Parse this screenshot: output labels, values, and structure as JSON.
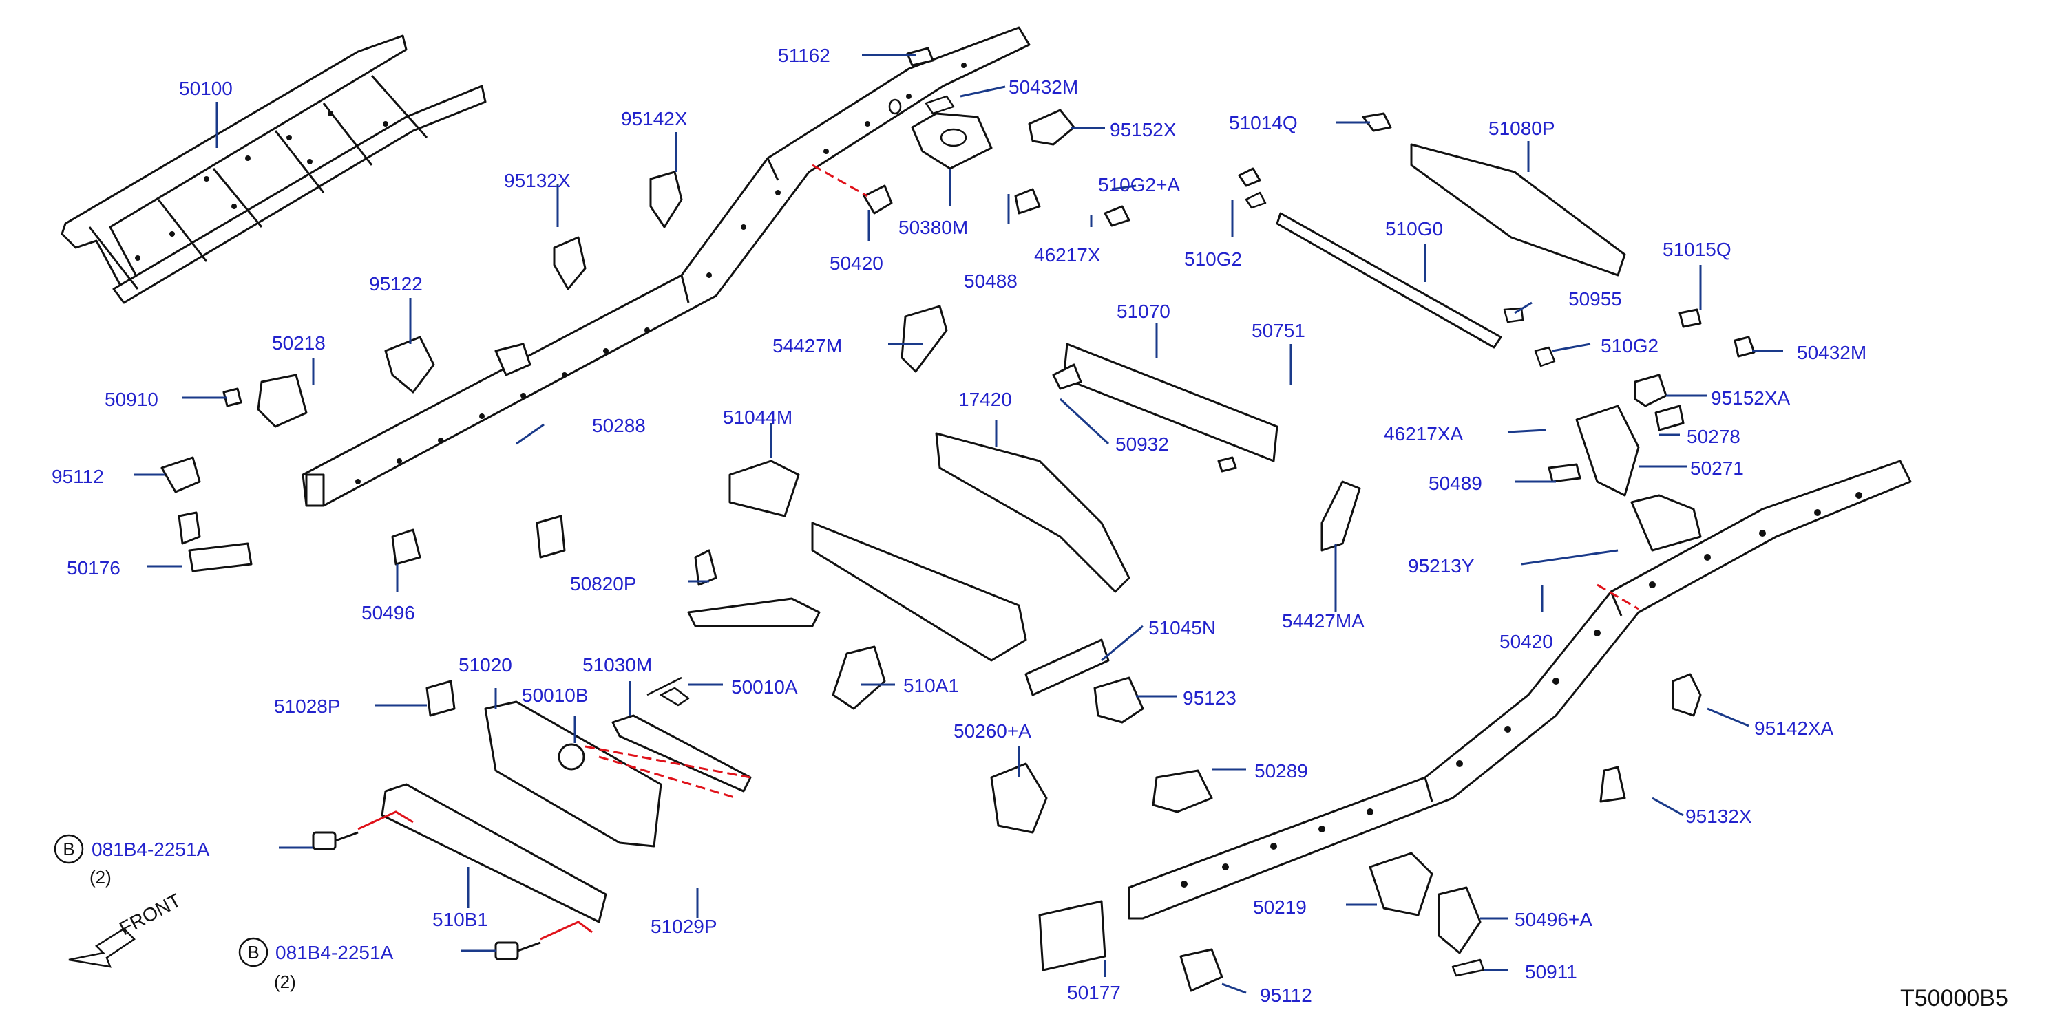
{
  "labels": {
    "p50100": "50100",
    "p51162a": "51162",
    "p50432Ma": "50432M",
    "p95152X": "95152X",
    "p95142X": "95142X",
    "p95132Xa": "95132X",
    "p50380M": "50380M",
    "p50420a": "50420",
    "p50488": "50488",
    "p510G2A": "510G2+A",
    "p46217X": "46217X",
    "p510G2a": "510G2",
    "p51014Q": "51014Q",
    "p51080P": "51080P",
    "p510G0": "510G0",
    "p51015Q": "51015Q",
    "p50955": "50955",
    "p510G2b": "510G2",
    "p50432Mb": "50432M",
    "p95152XA": "95152XA",
    "p95122": "95122",
    "p50218": "50218",
    "p50910": "50910",
    "p50288": "50288",
    "p95112a": "95112",
    "p50176": "50176",
    "p50496": "50496",
    "p54427M": "54427M",
    "p51070": "51070",
    "p50751": "50751",
    "p17420": "17420",
    "p50932": "50932",
    "p51044M": "51044M",
    "p46217XA": "46217XA",
    "p50278": "50278",
    "p50489": "50489",
    "p50271": "50271",
    "p95213Y": "95213Y",
    "p50420b": "50420",
    "p54427MA": "54427MA",
    "p50820P": "50820P",
    "p51045N": "51045N",
    "p510A1": "510A1",
    "p95123": "95123",
    "p51020": "51020",
    "p51030M": "51030M",
    "p50010B": "50010B",
    "p50010A": "50010A",
    "p51028P": "51028P",
    "p50260A": "50260+A",
    "p50289": "50289",
    "p95142XA": "95142XA",
    "p95132Xb": "95132X",
    "p081B4a": "081B4-2251A",
    "p081B4b": "081B4-2251A",
    "p510B1": "510B1",
    "p51029P": "51029P",
    "p50219": "50219",
    "p50496A": "50496+A",
    "p50911": "50911",
    "p50177": "50177",
    "p95112b": "95112"
  },
  "quantities": {
    "bolt_a": "(2)",
    "bolt_b": "(2)"
  },
  "bolt_marker": "B",
  "front_indicator": "FRONT",
  "diagram_id": "T50000B5",
  "colors": {
    "label": "#2222cc",
    "leader": "#1a3a8a",
    "hidden_line": "#e0121a"
  }
}
